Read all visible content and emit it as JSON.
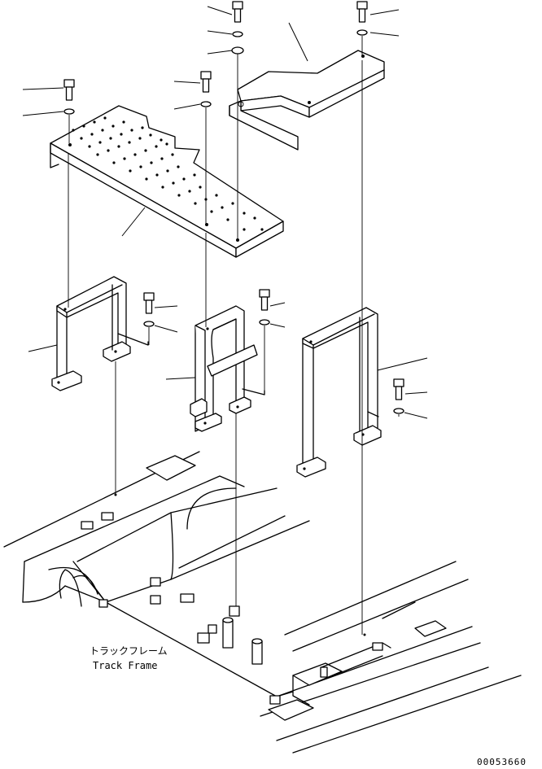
{
  "diagram": {
    "label_jp": "トラックフレーム",
    "label_en": "Track Frame",
    "drawing_code": "00053660"
  }
}
